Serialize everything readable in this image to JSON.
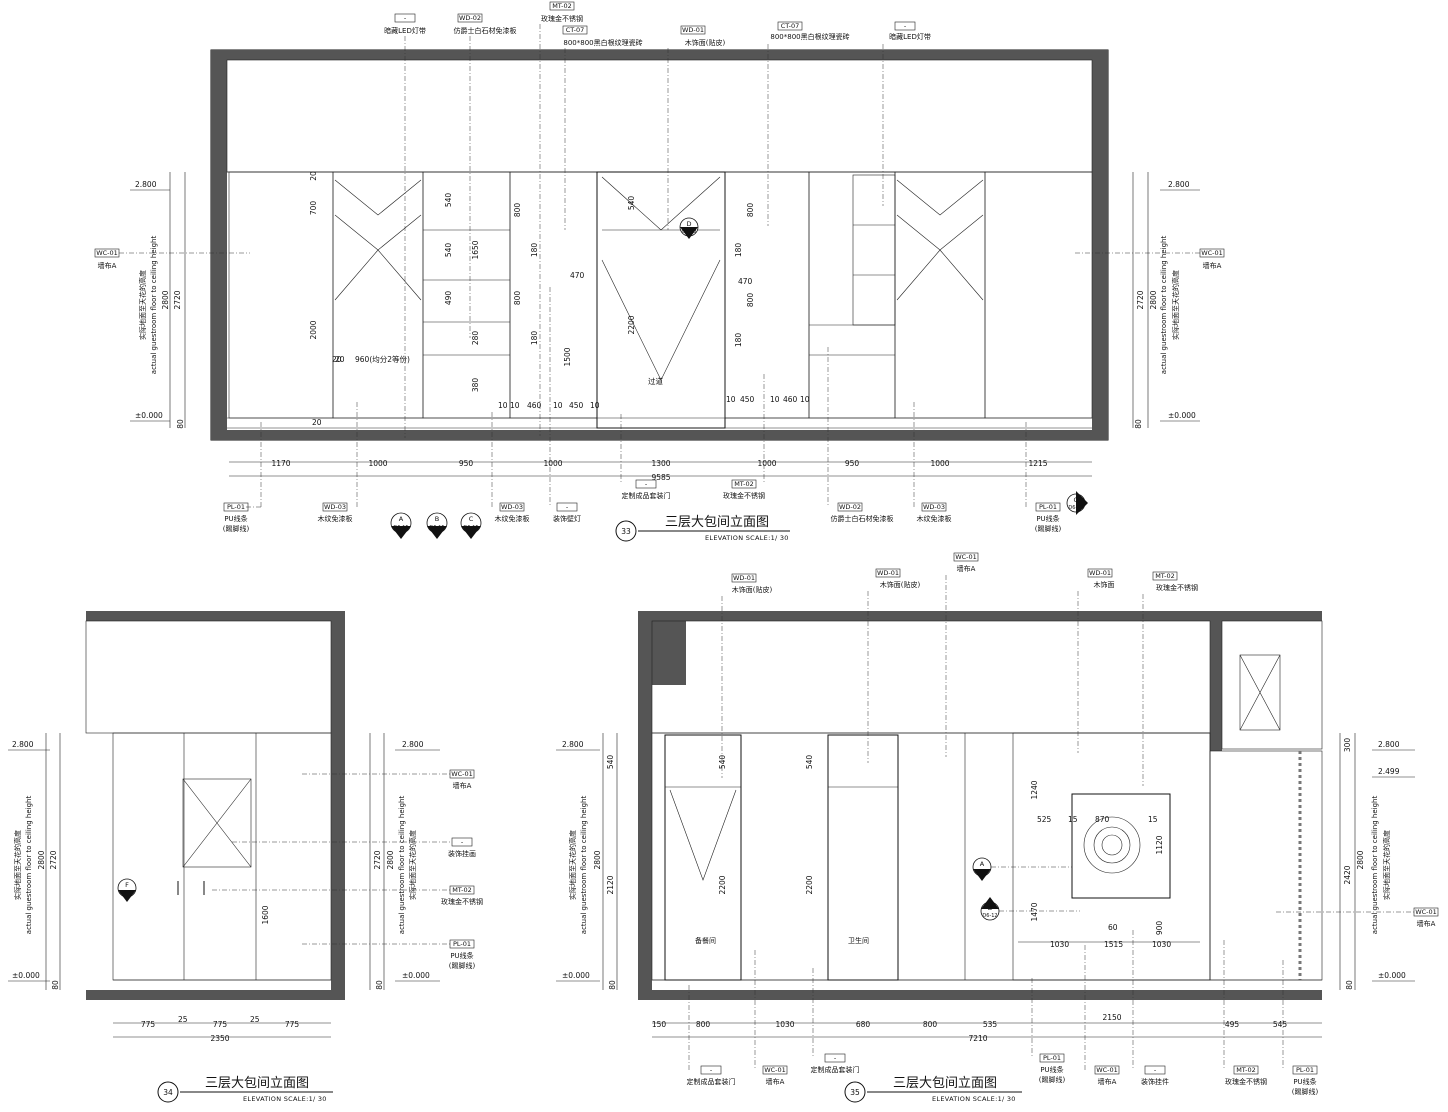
{
  "drawings": {
    "d33": {
      "number": "33",
      "title": "三层大包间立面图",
      "subtitle": "ELEVATION    SCALE:1/ 30"
    },
    "d34": {
      "number": "34",
      "title": "三层大包间立面图",
      "subtitle": "ELEVATION    SCALE:1/ 30"
    },
    "d35": {
      "number": "35",
      "title": "三层大包间立面图",
      "subtitle": "ELEVATION    SCALE:1/ 30"
    }
  },
  "levels": {
    "top": "2.800",
    "floor": "±0.000",
    "mid": "2.499"
  },
  "height_note": {
    "cn": "实际地面至天花的高度",
    "en": "actual guestroom floor to ceiling height"
  },
  "e33": {
    "top_callouts": [
      {
        "code": "-",
        "text": "暗藏LED灯带"
      },
      {
        "code": "WD-02",
        "text": "仿爵士白石材免漆板"
      },
      {
        "code": "MT-02",
        "text": "玫瑰金不锈钢"
      },
      {
        "code": "CT-07",
        "text": "800*800黑白根纹理瓷砖"
      },
      {
        "code": "WD-01",
        "text": "木饰面(贴皮)"
      },
      {
        "code": "CT-07",
        "text": "800*800黑白根纹理瓷砖"
      },
      {
        "code": "-",
        "text": "暗藏LED灯带"
      }
    ],
    "side_callouts": [
      {
        "code": "WC-01",
        "text": "墙布A"
      },
      {
        "code": "WC-01",
        "text": "墙布A"
      }
    ],
    "bottom_callouts": [
      {
        "code": "PL-01",
        "text": "PU线条",
        "text2": "(踢脚线)"
      },
      {
        "code": "WD-03",
        "text": "木纹免漆板"
      },
      {
        "code": "WD-03",
        "text": "木纹免漆板"
      },
      {
        "code": "-",
        "text": "装饰壁灯"
      },
      {
        "code": "-",
        "text": "定制成品套装门"
      },
      {
        "code": "MT-02",
        "text": "玫瑰金不锈钢"
      },
      {
        "code": "WD-02",
        "text": "仿爵士白石材免漆板"
      },
      {
        "code": "WD-03",
        "text": "木纹免漆板"
      },
      {
        "code": "PL-01",
        "text": "PU线条",
        "text2": "(踢脚线)"
      }
    ],
    "sections": [
      {
        "letter": "A",
        "ref": "D6-15"
      },
      {
        "letter": "B",
        "ref": "D6-15"
      },
      {
        "letter": "C",
        "ref": "D6-15"
      },
      {
        "letter": "D",
        "ref": "D6-13"
      },
      {
        "letter": "G",
        "ref": "D6-11"
      }
    ],
    "bottom_dims": [
      "1170",
      "1000",
      "950",
      "1000",
      "1300",
      "1000",
      "950",
      "1000",
      "1215"
    ],
    "total": "9585",
    "left_dims": [
      "2720",
      "2800",
      "80"
    ],
    "right_dims": [
      "2720",
      "2800",
      "80"
    ],
    "inner_dims": [
      "20",
      "700",
      "2000",
      "20",
      "960(均分2等份)",
      "540",
      "540",
      "490",
      "1650",
      "380",
      "280",
      "800",
      "180",
      "800",
      "180",
      "460",
      "470",
      "450",
      "1500",
      "540",
      "2200",
      "800",
      "180",
      "470",
      "800",
      "180",
      "450",
      "460",
      "10",
      "10",
      "20",
      "10",
      "10",
      "10",
      "10",
      "10",
      "20"
    ],
    "door_label": "过道"
  },
  "e34": {
    "callouts": [
      {
        "code": "WC-01",
        "text": "墙布A"
      },
      {
        "code": "-",
        "text": "装饰挂画"
      },
      {
        "code": "MT-02",
        "text": "玫瑰金不锈钢"
      },
      {
        "code": "PL-01",
        "text": "PU线条",
        "text2": "(踢脚线)"
      }
    ],
    "section": {
      "letter": "F",
      "ref": "D6-11"
    },
    "bottom_dims": [
      "775",
      "775",
      "775"
    ],
    "total": "2350",
    "left_dims": [
      "2720",
      "2800",
      "80"
    ],
    "right_dims": [
      "2720",
      "2800",
      "80"
    ],
    "inner_dims": [
      "1600",
      "25",
      "25"
    ]
  },
  "e35": {
    "top_callouts": [
      {
        "code": "WD-01",
        "text": "木饰面(贴皮)"
      },
      {
        "code": "WD-01",
        "text": "木饰面(贴皮)"
      },
      {
        "code": "WC-01",
        "text": "墙布A"
      },
      {
        "code": "WD-01",
        "text": "木饰面"
      },
      {
        "code": "MT-02",
        "text": "玫瑰金不锈钢"
      }
    ],
    "side_callout": {
      "code": "WC-01",
      "text": "墙布A"
    },
    "bottom_callouts": [
      {
        "code": "-",
        "text": "定制成品套装门"
      },
      {
        "code": "WC-01",
        "text": "墙布A"
      },
      {
        "code": "-",
        "text": "定制成品套装门"
      },
      {
        "code": "PL-01",
        "text": "PU线条",
        "text2": "(踢脚线)"
      },
      {
        "code": "WC-01",
        "text": "墙布A"
      },
      {
        "code": "-",
        "text": "装饰挂件"
      },
      {
        "code": "MT-02",
        "text": "玫瑰金不锈钢"
      },
      {
        "code": "PL-01",
        "text": "PU线条",
        "text2": "(踢脚线)"
      }
    ],
    "sections": [
      {
        "letter": "A",
        "ref": "D6-12"
      },
      {
        "letter": "B",
        "ref": "D6-12"
      }
    ],
    "bottom_dims": [
      "150",
      "800",
      "1030",
      "680",
      "800",
      "535",
      "2150",
      "495",
      "545"
    ],
    "total": "7210",
    "left_dims": [
      "540",
      "2120",
      "2800",
      "80"
    ],
    "right_dims": [
      "300",
      "2420",
      "2800",
      "80"
    ],
    "inner_dims": [
      "540",
      "2200",
      "540",
      "2200",
      "1240",
      "525",
      "870",
      "15",
      "15",
      "1120",
      "1470",
      "900",
      "60",
      "1030",
      "1515",
      "1030"
    ],
    "room_labels": [
      "备餐间",
      "卫生间"
    ]
  }
}
